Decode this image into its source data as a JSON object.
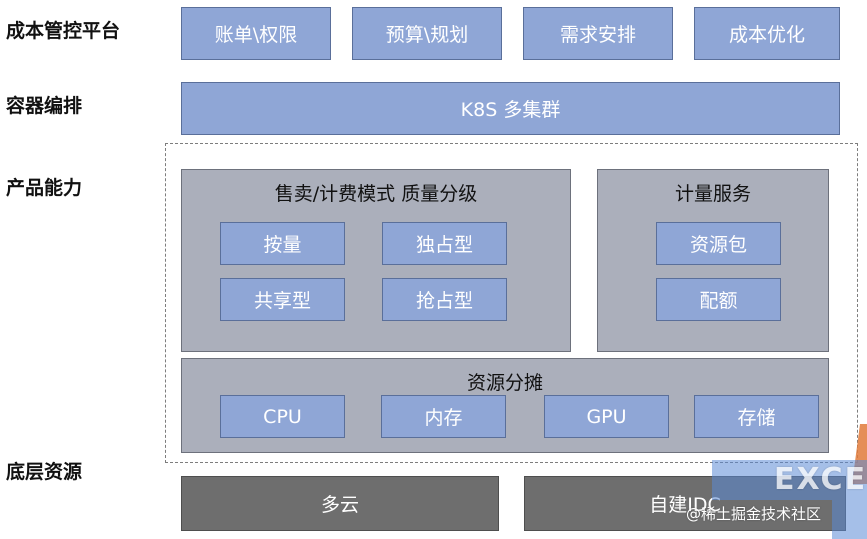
{
  "labels": {
    "platform": "成本管控平台",
    "orchestration": "容器编排",
    "product": "产品能力",
    "resource": "底层资源"
  },
  "platform": {
    "items": [
      "账单\\权限",
      "预算\\规划",
      "需求安排",
      "成本优化"
    ]
  },
  "orchestration": {
    "item": "K8S 多集群"
  },
  "product": {
    "sales": {
      "title": "售卖/计费模式 质量分级",
      "items": [
        "按量",
        "独占型",
        "共享型",
        "抢占型"
      ]
    },
    "metering": {
      "title": "计量服务",
      "items": [
        "资源包",
        "配额"
      ]
    },
    "allocation": {
      "title": "资源分摊",
      "items": [
        "CPU",
        "内存",
        "GPU",
        "存储"
      ]
    }
  },
  "resource": {
    "items": [
      "多云",
      "自建IDC"
    ]
  },
  "watermark": {
    "text": "@稀土掘金技术社区",
    "logo_text": "EXCEL"
  },
  "colors": {
    "blue_box": "#8fa6d6",
    "gray_panel": "#abafbb",
    "dark_box": "#6e6e6e"
  }
}
